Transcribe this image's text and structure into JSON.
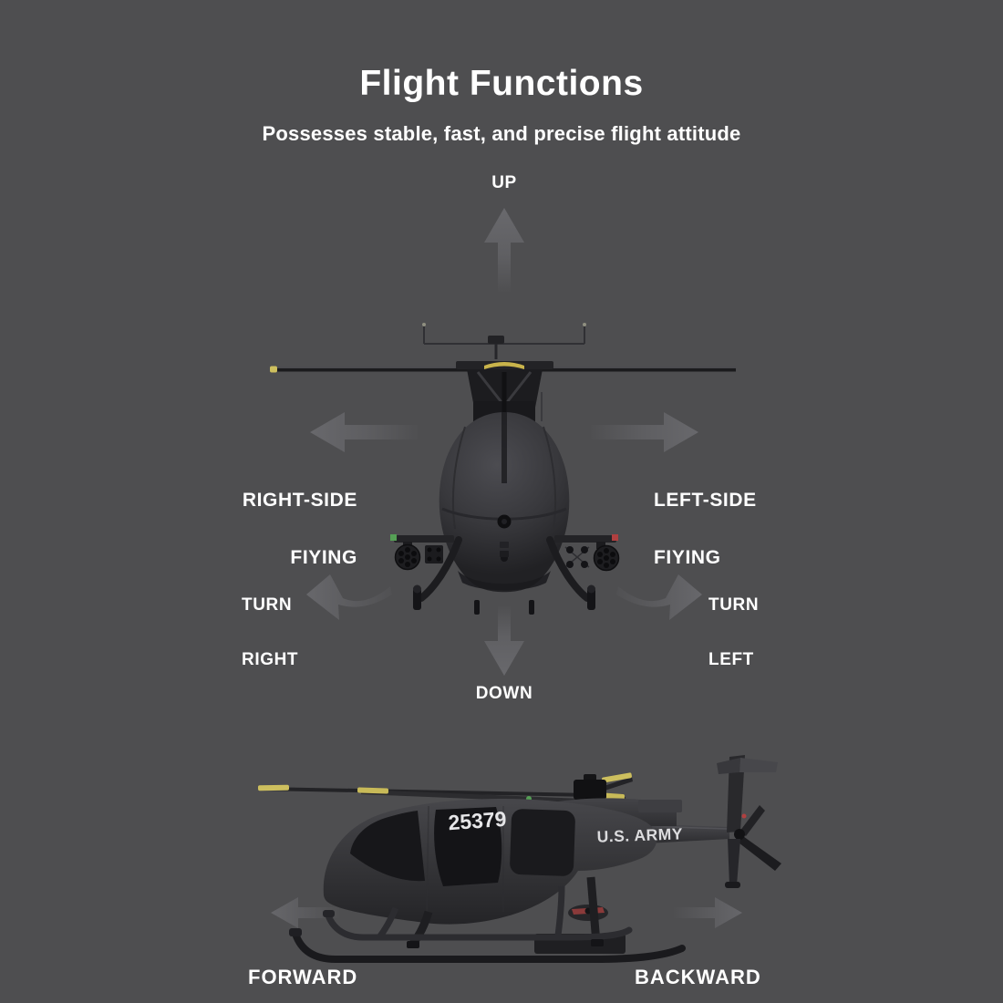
{
  "page": {
    "background_color": "#4e4e50",
    "text_color": "#ffffff"
  },
  "header": {
    "title": "Flight Functions",
    "subtitle": "Possesses stable, fast, and precise flight attitude"
  },
  "front_view_section": {
    "up_label": "UP",
    "down_label": "DOWN",
    "right_side_label_line1": "RIGHT-SIDE",
    "right_side_label_line2": "FIYING",
    "left_side_label_line1": "LEFT-SIDE",
    "left_side_label_line2": "FIYING",
    "turn_right_label_line1": "TURN",
    "turn_right_label_line2": "RIGHT",
    "turn_left_label_line1": "TURN",
    "turn_left_label_line2": "LEFT"
  },
  "side_view_section": {
    "forward_label": "FORWARD",
    "backward_label": "BACKWARD",
    "markings": {
      "tail_number": "25379",
      "army_text": "U.S. ARMY"
    }
  },
  "colors": {
    "arrow_gray": "#6b6b6f",
    "rotor_tip_yellow": "#cdbf5e",
    "nav_light_green": "#55a055",
    "nav_light_red": "#b04040",
    "marking_white": "#e6e6e8"
  }
}
